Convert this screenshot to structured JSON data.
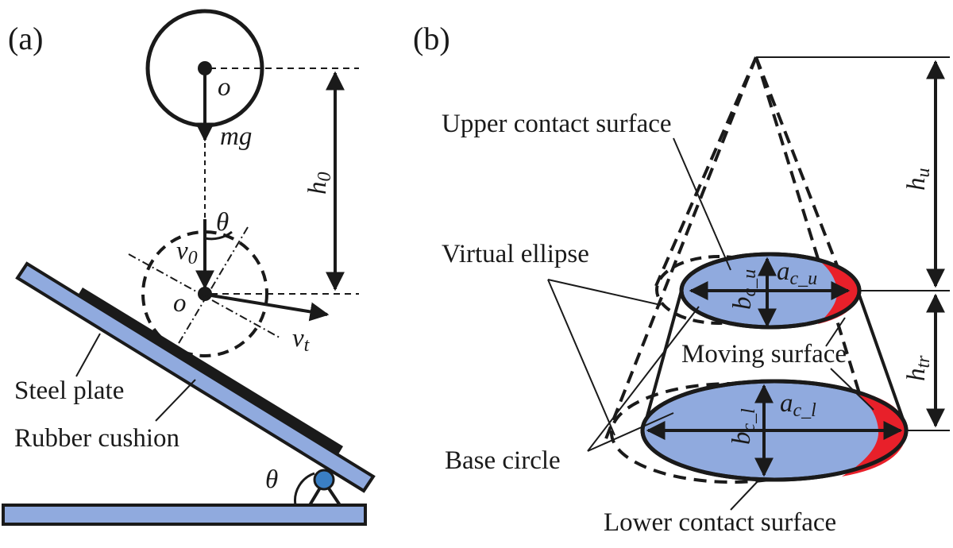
{
  "panel_a": {
    "label": "(a)",
    "center_upper": "o",
    "force": "mg",
    "height": "h",
    "height_sub": "0",
    "angle_top": "θ",
    "velocity_normal": "v",
    "velocity_normal_sub": "0",
    "center_lower": "o",
    "velocity_tangent": "v",
    "velocity_tangent_sub": "t",
    "steel_plate": "Steel plate",
    "rubber_cushion": "Rubber cushion",
    "angle_base": "θ"
  },
  "panel_b": {
    "label": "(b)",
    "upper_contact_surface": "Upper contact surface",
    "virtual_ellipse": "Virtual ellipse",
    "moving_surface": "Moving surface",
    "base_circle": "Base circle",
    "lower_contact_surface": "Lower contact surface",
    "h_u": "h",
    "h_u_sub": "u",
    "h_tr": "h",
    "h_tr_sub": "tr",
    "b_cu": "b",
    "b_cu_sub": "c_u",
    "a_cu": "a",
    "a_cu_sub": "c_u",
    "b_cl": "b",
    "b_cl_sub": "c_l",
    "a_cl": "a",
    "a_cl_sub": "c_l"
  },
  "colors": {
    "surface_fill": "#90aade",
    "moving_red": "#e8202a",
    "cushion": "#1a1a1a",
    "joint_ball": "#3a7fc4"
  }
}
